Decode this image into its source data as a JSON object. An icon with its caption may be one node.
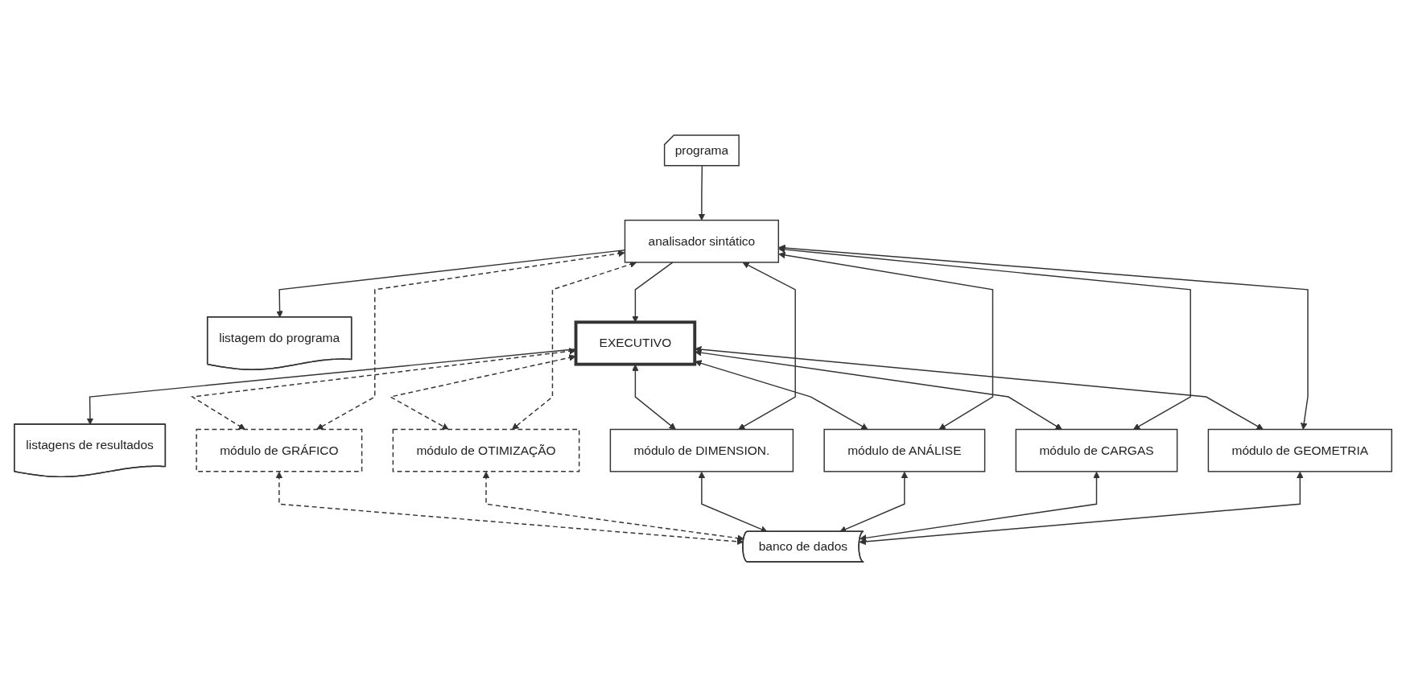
{
  "diagram": {
    "nodes": [
      {
        "text": [
          "programa"
        ]
      },
      {
        "text": [
          "listagem do programa"
        ]
      },
      {
        "text": [
          "analisador sintático"
        ]
      },
      {
        "text": [
          "EXECUTIVO"
        ]
      },
      {
        "text": [
          "listagens de resultados"
        ]
      },
      {
        "text": [
          "módulo de GEOMETRIA"
        ]
      },
      {
        "text": [
          "módulo de CARGAS"
        ]
      },
      {
        "text": [
          "módulo de ANÁLISE"
        ]
      },
      {
        "text": [
          "módulo de DIMENSION."
        ]
      },
      {
        "text": [
          "módulo de OTIMIZAÇÃO"
        ]
      },
      {
        "text": [
          "módulo de GRÁFICO"
        ]
      },
      {
        "text": [
          "banco de dados"
        ]
      }
    ],
    "edges": [
      {
        "from": 0,
        "to": 2,
        "arrow": "to"
      },
      {
        "from": 2,
        "to": 1,
        "arrow": "to"
      },
      {
        "from": 2,
        "to": 3,
        "arrow": "to"
      },
      {
        "from": 2,
        "to": 5,
        "arrow": "both"
      },
      {
        "from": 2,
        "to": 6,
        "arrow": "both"
      },
      {
        "from": 2,
        "to": 7,
        "arrow": "both"
      },
      {
        "from": 2,
        "to": 8,
        "arrow": "both"
      },
      {
        "from": 2,
        "to": 9,
        "arrow": "both",
        "style": "dashed"
      },
      {
        "from": 2,
        "to": 10,
        "arrow": "both",
        "style": "dashed"
      },
      {
        "from": 3,
        "to": 5,
        "arrow": "both"
      },
      {
        "from": 3,
        "to": 6,
        "arrow": "both"
      },
      {
        "from": 3,
        "to": 7,
        "arrow": "both"
      },
      {
        "from": 3,
        "to": 8,
        "arrow": "both"
      },
      {
        "from": 3,
        "to": 9,
        "arrow": "both",
        "style": "dashed"
      },
      {
        "from": 3,
        "to": 10,
        "arrow": "both",
        "style": "dashed"
      },
      {
        "from": 3,
        "to": 4,
        "arrow": "to"
      },
      {
        "from": 5,
        "to": 11,
        "arrow": "both"
      },
      {
        "from": 6,
        "to": 11,
        "arrow": "both"
      },
      {
        "from": 7,
        "to": 11,
        "arrow": "both"
      },
      {
        "from": 8,
        "to": 11,
        "arrow": "both"
      },
      {
        "from": 9,
        "to": 11,
        "arrow": "both",
        "style": "dashed"
      },
      {
        "from": 10,
        "to": 11,
        "arrow": "both",
        "style": "dashed"
      }
    ]
  }
}
